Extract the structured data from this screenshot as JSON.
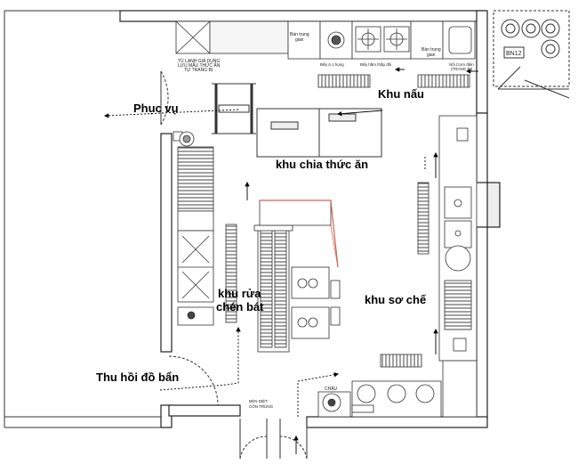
{
  "zones": {
    "phuc_vu": "Phục vụ",
    "khu_nau": "Khu nấu",
    "khu_chia": "khu chia thức ăn",
    "khu_rua_1": "khu rửa",
    "khu_rua_2": "chén bát",
    "khu_so_che": "khu sơ chế",
    "thu_hoi": "Thu hồi đồ bẩn"
  },
  "small_labels": {
    "fridge_1": "TỦ LẠNH GIA DỤNG",
    "fridge_2": "LƯU MẪU THỨC ĂN",
    "fridge_3": "TỰ TRANG BỊ",
    "ban_trung_gian_1": "Bàn trung",
    "ban_trung_gian_1b": "gian",
    "bep_1_hong": "Bếp á 1 họng",
    "bep_ham": "Bếp hầm thấp đôi",
    "ban_trung_gian_2": "Bàn trung",
    "ban_trung_gian_2b": "gian",
    "noi_com_1": "Nồi Cơm điện",
    "noi_com_2": "(TRANG BỊ)",
    "bn12": "BN12",
    "chau": "CHẬU",
    "den_diet_1": "ĐÈN DIỆT",
    "den_diet_2": "CÔN TRÙNG"
  }
}
